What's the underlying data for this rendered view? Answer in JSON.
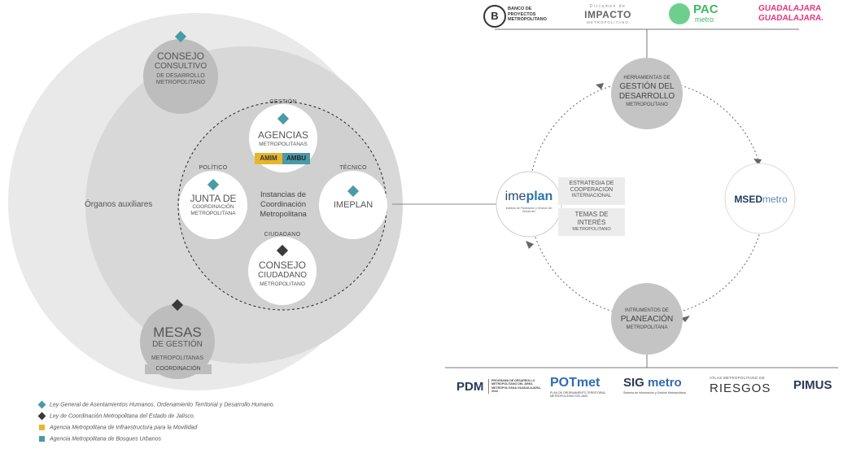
{
  "left": {
    "consejo_consultivo": {
      "big": "CONSEJO",
      "mid": "CONSULTIVO",
      "small1": "DE DESARROLLO",
      "small2": "METROPOLITANO"
    },
    "organos": "Órganos auxiliares",
    "center_text": [
      "Instancias de",
      "Coordinación",
      "Metropolitana"
    ],
    "gestion": {
      "tag": "GESTIÓN",
      "title": "AGENCIAS",
      "sub": "METROPOLITANAS",
      "badge1": "AMIM",
      "badge2": "AMBU"
    },
    "politico": {
      "tag": "POLÍTICO",
      "title": "JUNTA DE",
      "sub1": "COORDINACIÓN",
      "sub2": "METROPOLITANA"
    },
    "tecnico": {
      "tag": "TÉCNICO",
      "title": "IMEPLAN"
    },
    "ciudadano": {
      "tag": "CIUDADANO",
      "title1": "CONSEJO",
      "title2": "CIUDADANO",
      "sub": "METROPOLITANO"
    },
    "mesas": {
      "title": "MESAS",
      "sub": "DE GESTIÓN",
      "sub2": "METROPOLITANAS",
      "band": "COORDINACIÓN"
    }
  },
  "legend": [
    {
      "text": "Ley General de Asentamientos Humanos, Ordenamiento Territorial y Desarrollo Humano.",
      "color": "#4a9ba8",
      "shape": "diamond"
    },
    {
      "text": "Ley de Coordinación Metropolitana del Estado de Jalisco.",
      "color": "#3a3a3a",
      "shape": "diamond"
    },
    {
      "text": "Agencia Metropolitana de Infraestructura para la Movilidad",
      "color": "#e8b62c",
      "shape": "square"
    },
    {
      "text": "Agencia Metropolitana de Bosques Urbanos",
      "color": "#4a9ba8",
      "shape": "square"
    }
  ],
  "right": {
    "top_logos": {
      "banco": {
        "letter": "B",
        "l1": "BANCO DE",
        "l2": "PROYECTOS",
        "l3": "METROPOLITANO"
      },
      "impacto": {
        "small": "Dictamen de",
        "big": "IMPACTO",
        "sub": "METROPOLITANO"
      },
      "pac": {
        "big": "PAC",
        "sub": "metro"
      },
      "gdl": {
        "l1": "GUADALAJARA",
        "l2": "GUADALAJARA."
      }
    },
    "herramientas": {
      "l1": "HERRAMIENTAS DE",
      "l2": "GESTIÓN DEL",
      "l3": "DESARROLLO",
      "l4": "METROPOLITANO"
    },
    "msed": {
      "a": "MSED",
      "b": "metro"
    },
    "instrumentos": {
      "l1": "INTRUMENTOS DE",
      "l2": "PLANEACIÓN",
      "l3": "METROPOLITANA"
    },
    "imeplan": {
      "a": "ime",
      "b": "plan",
      "sub": "Instituto de Planeación y Gestión del Desarrollo"
    },
    "estrategia": {
      "l1": "ESTRATEGIA DE",
      "l2": "COOPERACIÓN",
      "l3": "INTERNACIONAL"
    },
    "temas": {
      "l1": "TEMAS DE",
      "l2": "INTERÉS",
      "l3": "METROPOLITANO"
    },
    "bottom_logos": {
      "pdm": {
        "big": "PDM",
        "small": "PROGRAMA DE DESARROLLO METROPOLITANO DEL ÁREA METROPOLITANA GUADALAJARA, 2042"
      },
      "potmet": {
        "big": "POTmet",
        "small": "PLAN DE ORDENAMIENTO TERRITORIAL METROPOLITANO DEL AMG"
      },
      "sig": {
        "a": "SIG",
        "b": "metro",
        "small": "Sistema de Información y Gestión Metropolitana"
      },
      "riesgos": {
        "small": "ATLAS METROPOLITANO DE",
        "big": "RIESGOS"
      },
      "pimus": {
        "big": "PIMUS"
      }
    }
  }
}
